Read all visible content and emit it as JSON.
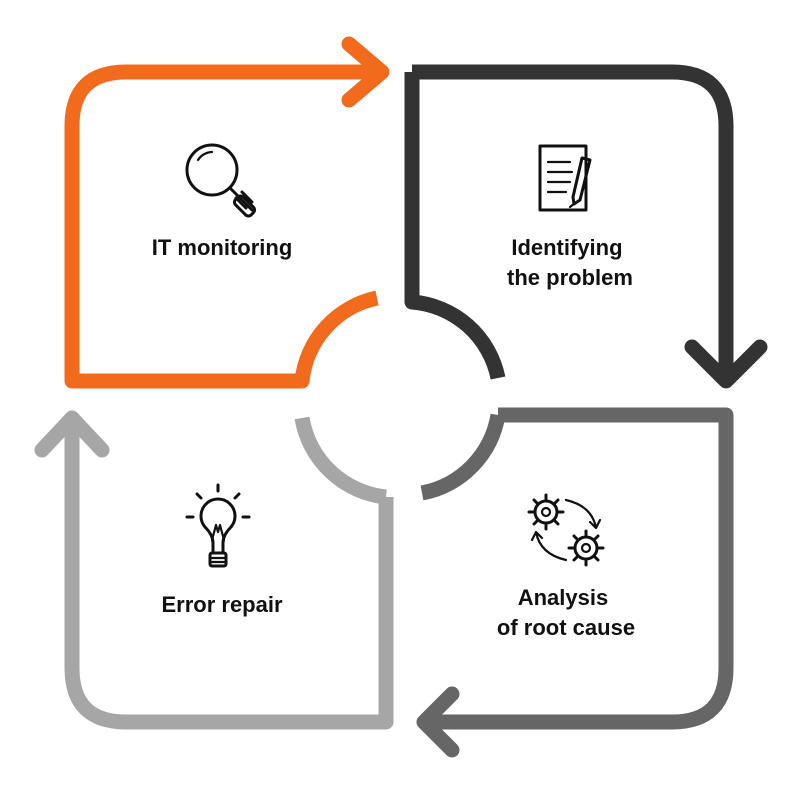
{
  "stages": [
    {
      "label_lines": [
        "IT monitoring"
      ],
      "icon": "magnifier-icon",
      "color": "#F26B1D"
    },
    {
      "label_lines": [
        "Identifying",
        "the problem"
      ],
      "icon": "document-pen-icon",
      "color": "#333333"
    },
    {
      "label_lines": [
        "Analysis",
        "of root cause"
      ],
      "icon": "gears-cycle-icon",
      "color": "#666666"
    },
    {
      "label_lines": [
        "Error repair"
      ],
      "icon": "lightbulb-icon",
      "color": "#A6A6A6"
    }
  ]
}
